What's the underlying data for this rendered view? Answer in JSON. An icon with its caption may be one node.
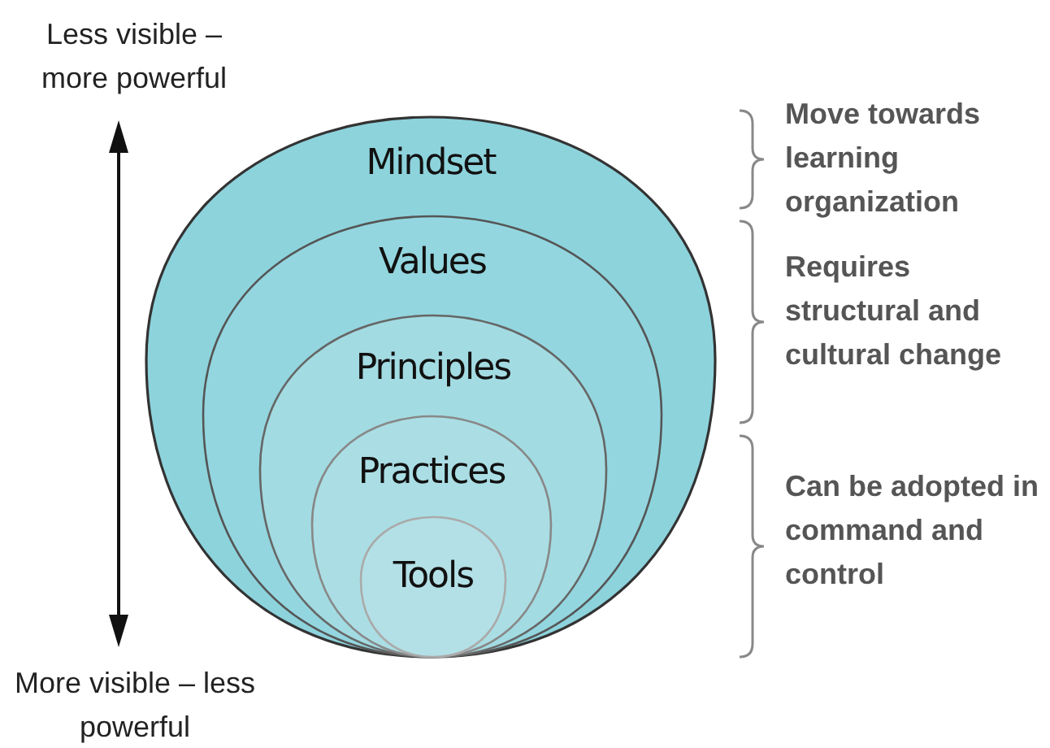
{
  "diagram": {
    "nodes": [
      {
        "text": [
          "Mindset"
        ]
      },
      {
        "text": [
          "Values"
        ],
        "in": 0
      },
      {
        "text": [
          "Principles"
        ],
        "in": 1
      },
      {
        "text": [
          "Practices"
        ],
        "in": 2
      },
      {
        "text": [
          "Tools"
        ],
        "in": 3
      }
    ],
    "labels": [
      "Less visible – more powerful",
      "More visible – less powerful",
      "Move towards learning organization",
      "Requires structural and cultural change",
      "Can be adopted in command and control"
    ]
  }
}
